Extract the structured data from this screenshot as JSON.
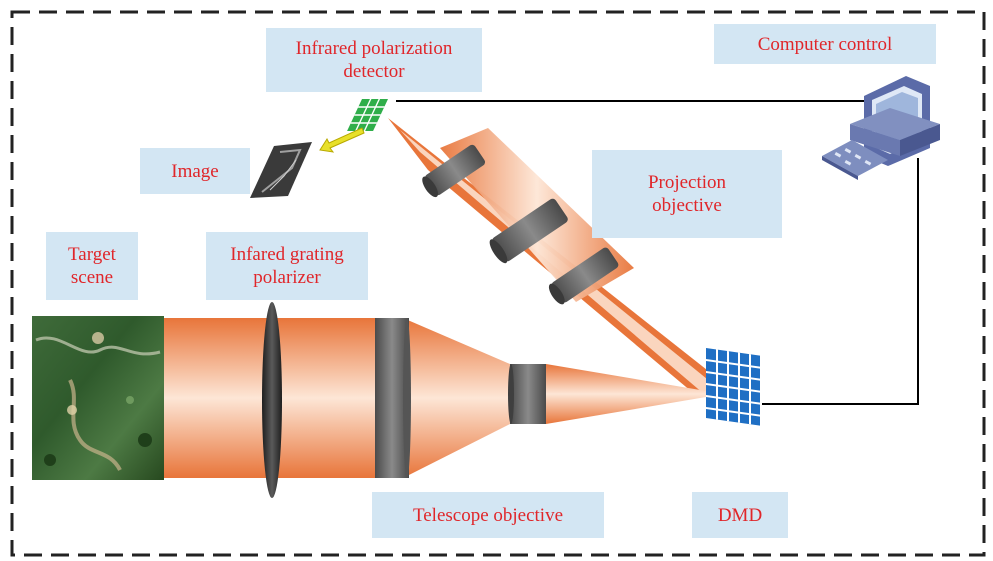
{
  "labels": {
    "infrared_polarization_detector": [
      "Infrared polarization",
      "detector"
    ],
    "computer_control": "Computer control",
    "image": "Image",
    "projection_objective": [
      "Projection",
      "objective"
    ],
    "target_scene": [
      "Target",
      "scene"
    ],
    "infrared_grating_polarizer": [
      "Infared grating",
      "polarizer"
    ],
    "telescope_objective": "Telescope objective",
    "dmd": "DMD"
  },
  "colors": {
    "label_background": "#d3e6f3",
    "label_text": "#e0262a",
    "beam_orange": "#e8753a",
    "beam_highlight": "#fde6d6",
    "lens_gray": "#6f6f6f",
    "dmd_blue": "#1f6fc4",
    "detector_green": "#2fae4a",
    "frame_dash": "#222222"
  },
  "icons": [
    "computer-icon",
    "keyboard-icon",
    "detector-array-icon",
    "dmd-mirror-array-icon",
    "image-thumbnail-icon",
    "arrow-icon",
    "target-scene-image"
  ]
}
